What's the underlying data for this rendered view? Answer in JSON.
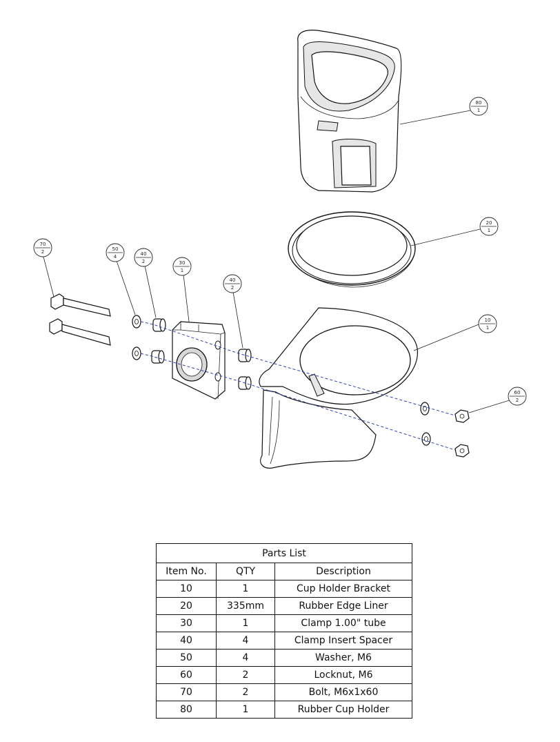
{
  "callouts": [
    {
      "item": "80",
      "qty": "1"
    },
    {
      "item": "20",
      "qty": "1"
    },
    {
      "item": "10",
      "qty": "1"
    },
    {
      "item": "60",
      "qty": "2"
    },
    {
      "item": "70",
      "qty": "2"
    },
    {
      "item": "50",
      "qty": "4"
    },
    {
      "item": "40",
      "qty": "2"
    },
    {
      "item": "30",
      "qty": "1"
    },
    {
      "item": "40",
      "qty": "2"
    }
  ],
  "parts_list": {
    "title": "Parts List",
    "headers": [
      "Item No.",
      "QTY",
      "Description"
    ],
    "rows": [
      [
        "10",
        "1",
        "Cup Holder Bracket"
      ],
      [
        "20",
        "335mm",
        "Rubber Edge Liner"
      ],
      [
        "30",
        "1",
        "Clamp 1.00\" tube"
      ],
      [
        "40",
        "4",
        "Clamp Insert Spacer"
      ],
      [
        "50",
        "4",
        "Washer, M6"
      ],
      [
        "60",
        "2",
        "Locknut, M6"
      ],
      [
        "70",
        "2",
        "Bolt, M6x1x60"
      ],
      [
        "80",
        "1",
        "Rubber Cup Holder"
      ]
    ]
  }
}
